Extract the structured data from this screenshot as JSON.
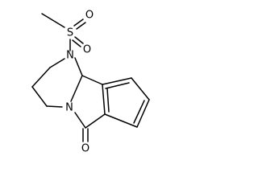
{
  "molecule": {
    "atoms": {
      "sulfur": "S",
      "sulfonyl_oxygen_top": "O",
      "sulfonyl_oxygen_bottom": "O",
      "ring_nitrogen_1": "N",
      "ring_nitrogen_2": "N",
      "carbonyl_oxygen": "O"
    }
  }
}
